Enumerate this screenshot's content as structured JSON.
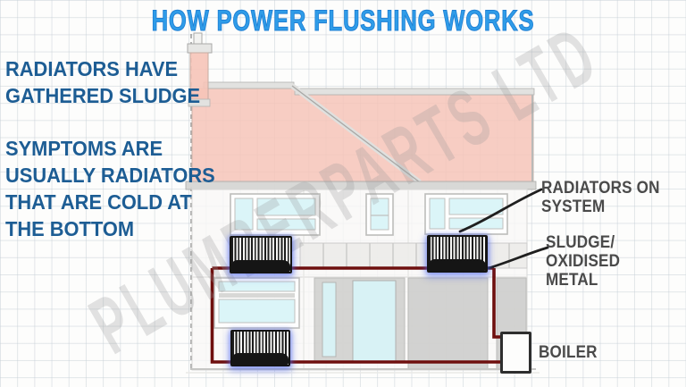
{
  "page": {
    "title": "HOW POWER FLUSHING WORKS"
  },
  "notes": {
    "gathered_sludge": "RADIATORS HAVE\nGATHERED SLUDGE",
    "symptoms": "SYMPTOMS ARE\nUSUALLY RADIATORS\nTHAT ARE COLD AT\nTHE BOTTOM"
  },
  "callouts": {
    "radiators_on_system": "RADIATORS ON\nSYSTEM",
    "sludge_oxidised_metal": "SLUDGE/\nOXIDISED METAL",
    "boiler": "BOILER"
  },
  "watermark": "PLUMBERPARTS LTD",
  "colors": {
    "title_blue": "#2f9ce8",
    "note_blue": "#1d5d94",
    "callout_gray": "#4a4a4a",
    "pipe_maroon": "#6e0f0e",
    "roof_salmon": "#f6c4b8",
    "window_cyan": "#d8f4f7",
    "door_gray": "#cfcfcd",
    "radiator_glow_blue": "#4a63f0",
    "leader_line_black": "#1f1f1f",
    "watermark_gray": "#9e9e9e"
  }
}
